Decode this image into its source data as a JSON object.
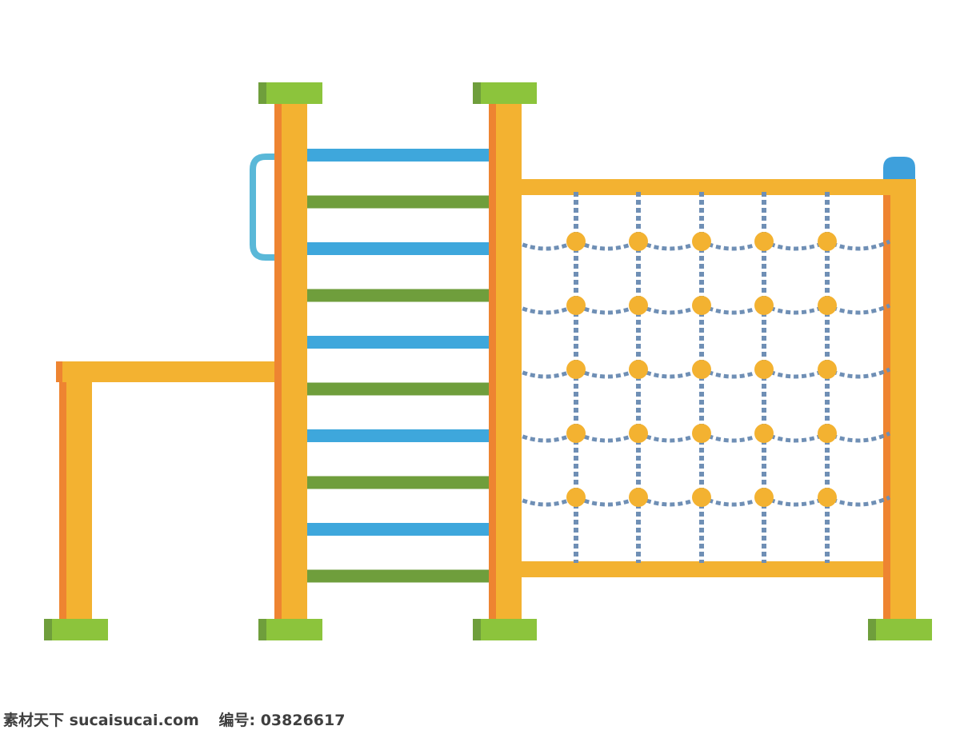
{
  "illustration": {
    "subject": "playground climbing frame",
    "colors": {
      "post_yellow": "#f3b231",
      "post_shadow": "#ee8431",
      "cap_green": "#8cc43c",
      "cap_green_dark": "#6f9e3c",
      "rung_blue": "#3ea7dc",
      "rung_green": "#6f9e3c",
      "handle_blue": "#5ab8d8",
      "rope": "#6f8fb5",
      "knot": "#f3b231",
      "top_ball": "#3ea0dc"
    },
    "ladder_rungs": [
      "blue",
      "green",
      "blue",
      "green",
      "blue",
      "green",
      "blue",
      "green",
      "blue",
      "green"
    ],
    "net": {
      "columns": 5,
      "rows": 5
    }
  },
  "watermark": {
    "site_label": "素材天下",
    "site_url": "sucaisucai.com",
    "id_label": "编号:",
    "id_value": "03826617"
  }
}
